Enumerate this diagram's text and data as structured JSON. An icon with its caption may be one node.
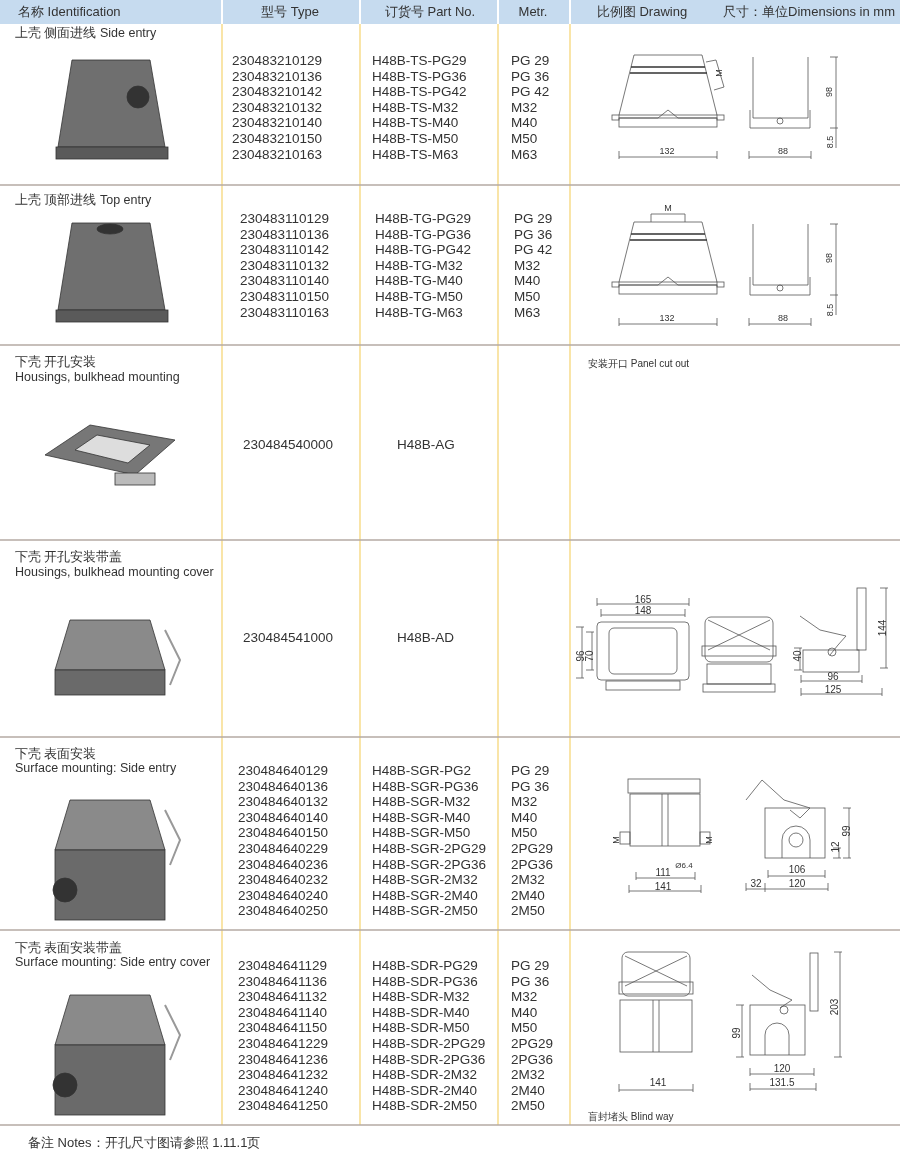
{
  "diagram": {
    "labels": [
      "名称 Identification",
      "型号 Type",
      "订货号 Part No.",
      "Metr.",
      "比例图 Drawing",
      "尺寸：单位Dimensions in mm",
      "上壳 侧面进线 Side entry",
      "230483210129",
      "H48B-TS-PG29",
      "PG 29",
      "230483210136",
      "H48B-TS-PG36",
      "PG 36",
      "230483210142",
      "H48B-TS-PG42",
      "PG 42",
      "230483210132",
      "H48B-TS-M32",
      "M32",
      "230483210140",
      "H48B-TS-M40",
      "M40",
      "230483210150",
      "H48B-TS-M50",
      "M50",
      "230483210163",
      "H48B-TS-M63",
      "M63",
      "M",
      "98",
      "8.5",
      "132",
      "88",
      "上壳 顶部进线 Top entry",
      "230483110129",
      "H48B-TG-PG29",
      "PG 29",
      "230483110136",
      "H48B-TG-PG36",
      "PG 36",
      "230483110142",
      "H48B-TG-PG42",
      "PG 42",
      "230483110132",
      "H48B-TG-M32",
      "M32",
      "230483110140",
      "H48B-TG-M40",
      "M40",
      "230483110150",
      "H48B-TG-M50",
      "M50",
      "230483110163",
      "H48B-TG-M63",
      "M63",
      "M",
      "98",
      "8.5",
      "132",
      "88",
      "下壳 开孔安装",
      "Housings, bulkhead mounting",
      "230484540000",
      "H48B-AG",
      "安装开口 Panel cut out",
      "下壳 开孔安装带盖",
      "Housings, bulkhead mounting cover",
      "230484541000",
      "H48B-AD",
      "165",
      "148",
      "96",
      "70",
      "40",
      "96",
      "125",
      "144",
      "下壳 表面安装",
      "Surface mounting: Side entry",
      "230484640129",
      "H48B-SGR-PG2",
      "PG 29",
      "230484640136",
      "H48B-SGR-PG36",
      "PG 36",
      "230484640132",
      "H48B-SGR-M32",
      "M32",
      "230484640140",
      "H48B-SGR-M40",
      "M40",
      "230484640150",
      "H48B-SGR-M50",
      "M50",
      "230484640229",
      "H48B-SGR-2PG29",
      "2PG29",
      "230484640236",
      "H48B-SGR-2PG36",
      "2PG36",
      "230484640232",
      "H48B-SGR-2M32",
      "2M32",
      "230484640240",
      "H48B-SGR-2M40",
      "2M40",
      "230484640250",
      "H48B-SGR-2M50",
      "2M50",
      "M",
      "M",
      "111",
      "Ø6.4",
      "141",
      "12",
      "99",
      "106",
      "32",
      "120",
      "下壳 表面安装带盖",
      "Surface mounting: Side entry cover",
      "230484641129",
      "H48B-SDR-PG29",
      "PG 29",
      "230484641136",
      "H48B-SDR-PG36",
      "PG 36",
      "230484641132",
      "H48B-SDR-M32",
      "M32",
      "230484641140",
      "H48B-SDR-M40",
      "M40",
      "230484641150",
      "H48B-SDR-M50",
      "M50",
      "230484641229",
      "H48B-SDR-2PG29",
      "2PG29",
      "230484641236",
      "H48B-SDR-2PG36",
      "2PG36",
      "230484641232",
      "H48B-SDR-2M32",
      "2M32",
      "230484641240",
      "H48B-SDR-2M40",
      "2M40",
      "230484641250",
      "H48B-SDR-2M50",
      "2M50",
      "141",
      "99",
      "203",
      "120",
      "131.5",
      "盲封堵头 Blind way",
      "备注 Notes：开孔尺寸图请参照 1.11.1页"
    ]
  }
}
